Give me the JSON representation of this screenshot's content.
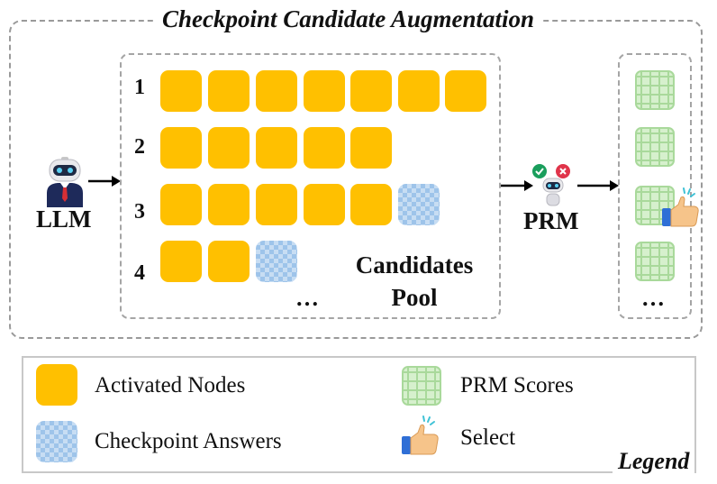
{
  "title": "Checkpoint Candidate Augmentation",
  "llm_label": "LLM",
  "prm_label": "PRM",
  "rows": [
    {
      "number": "1",
      "activated": 7,
      "checkpoints": 0
    },
    {
      "number": "2",
      "activated": 5,
      "checkpoints": 0
    },
    {
      "number": "3",
      "activated": 5,
      "checkpoints": 1
    },
    {
      "number": "4",
      "activated": 2,
      "checkpoints": 1
    }
  ],
  "pool_ellipsis": "…",
  "pool_label_line1": "Candidates",
  "pool_label_line2": "Pool",
  "right_ellipsis": "…",
  "legend": {
    "title": "Legend",
    "activated_nodes": "Activated Nodes",
    "checkpoint_answers": "Checkpoint Answers",
    "prm_scores": "PRM Scores",
    "select": "Select"
  },
  "colors": {
    "activated_node": "#ffc000",
    "checkpoint_answer": "#9ec4ea",
    "prm_score": "#d6f0cd",
    "check_badge": "#1a9e5c",
    "cross_badge": "#e0344a"
  }
}
